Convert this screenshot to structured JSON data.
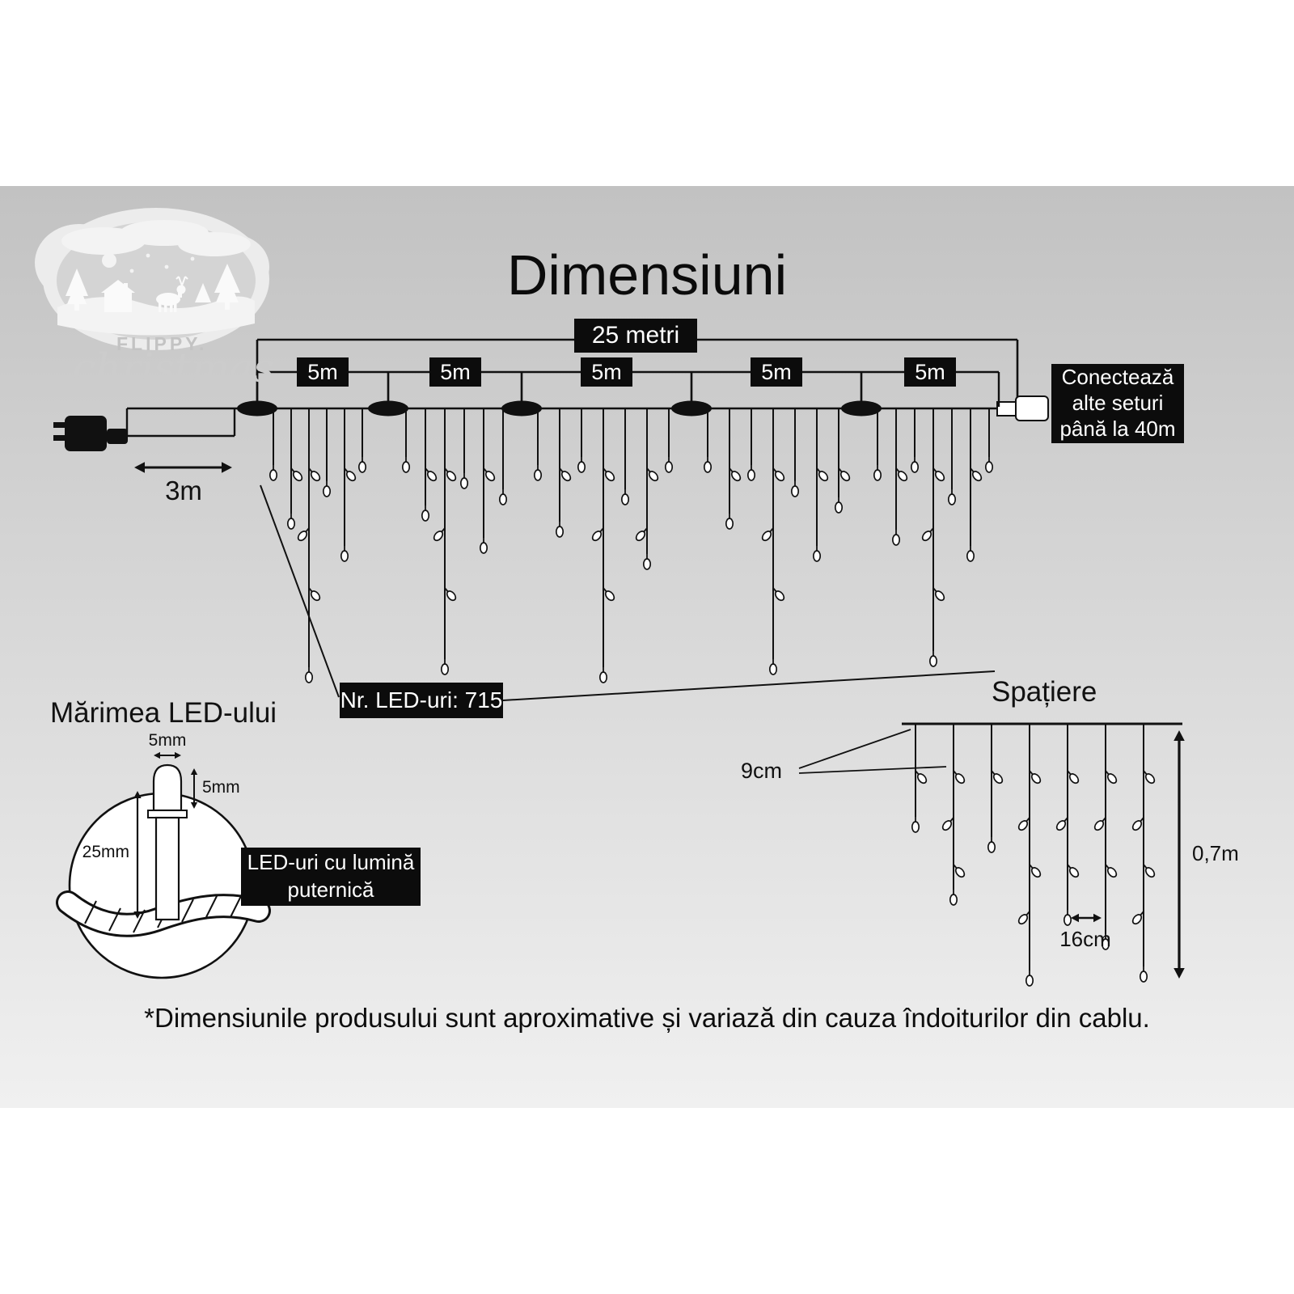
{
  "title": "Dimensiuni",
  "logo": {
    "brand": "FLIPPY.",
    "script": "christmas"
  },
  "diagram": {
    "total_length": "25 metri",
    "segments": [
      "5m",
      "5m",
      "5m",
      "5m",
      "5m"
    ],
    "lead_length": "3m",
    "connect_note": "Conectează\nalte seturi\npână la 40m",
    "led_count": "Nr. LED-uri: 715"
  },
  "led_size": {
    "heading": "Mărimea LED-ului",
    "bulb_width": "5mm",
    "bulb_height": "5mm",
    "bulb_length": "25mm",
    "callout": "LED-uri cu lumină\nputernică"
  },
  "spacing": {
    "heading": "Spațiere",
    "drop_gap": "9cm",
    "led_gap": "16cm",
    "drop_height": "0,7m"
  },
  "footnote": "*Dimensiunile produsului sunt aproximative și variază din cauza îndoiturilor din cablu.",
  "colors": {
    "ink": "#111111",
    "box_bg": "#0c0c0c",
    "band_top": "#c2c2c2",
    "band_bottom": "#f0f0f0"
  }
}
